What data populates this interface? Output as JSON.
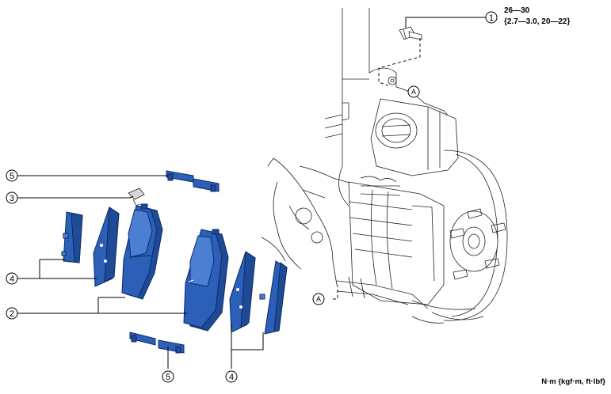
{
  "callouts": {
    "c1": "1",
    "c2": "2",
    "c3": "3",
    "c4a": "4",
    "c4b": "4",
    "c5a": "5",
    "c5b": "5"
  },
  "torque": {
    "line1": "26—30",
    "line2": "{2.7—3.0, 20—22}"
  },
  "refs": {
    "a_top": "A",
    "a_bottom": "A"
  },
  "units": "N·m {kgf·m, ft·lbf}",
  "colors": {
    "part_blue": "#2b5fb8",
    "outline": "#000000"
  }
}
